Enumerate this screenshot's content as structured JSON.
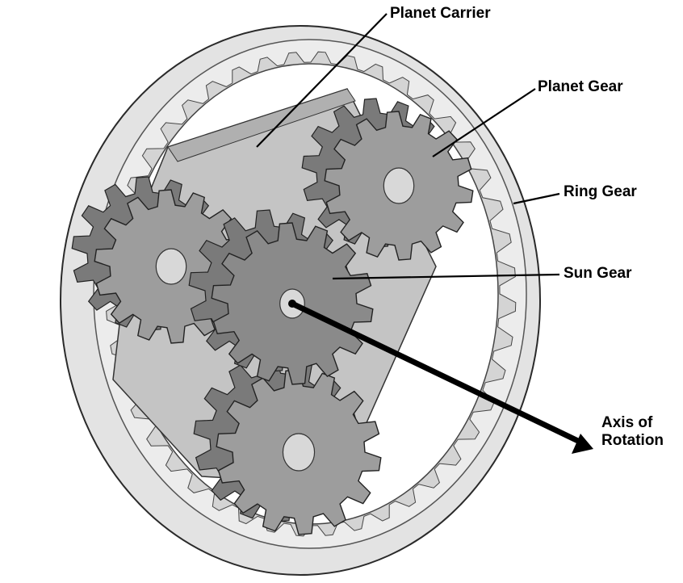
{
  "labels": {
    "planet_carrier": "Planet Carrier",
    "planet_gear": "Planet Gear",
    "ring_gear": "Ring Gear",
    "sun_gear": "Sun Gear",
    "axis_line1": "Axis of",
    "axis_line2": "Rotation"
  },
  "colors": {
    "ring_face": "#e6e6e6",
    "ring_outline": "#2a2a2a",
    "carrier": "#c9c9c9",
    "planet_gear": "#9d9d9d",
    "planet_gear_side": "#7a7a7a",
    "sun_gear": "#8a8a8a",
    "hub": "#d8d8d8",
    "leader": "#000000"
  },
  "icons": [
    "ring-gear-icon",
    "planet-gear-icon",
    "sun-gear-icon",
    "planet-carrier-icon",
    "axis-arrow-icon"
  ]
}
